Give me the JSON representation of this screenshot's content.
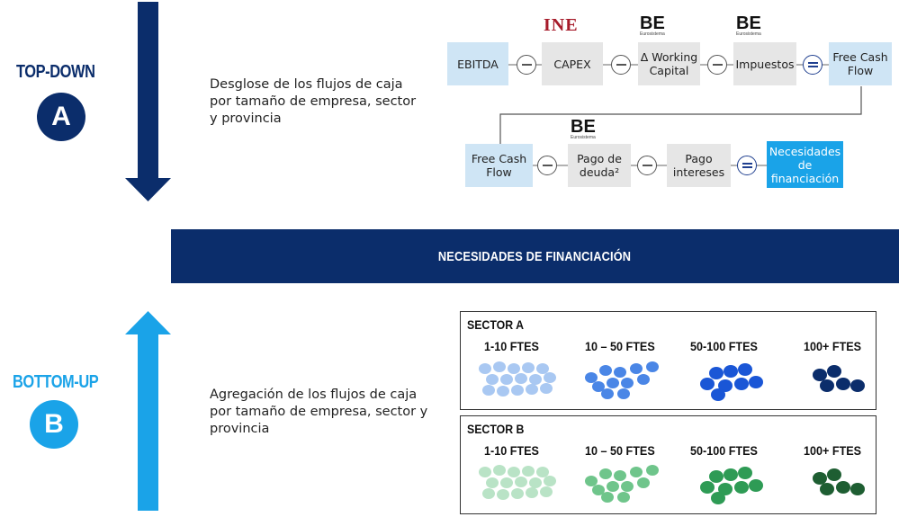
{
  "top_down": {
    "title": "TOP-DOWN",
    "letter": "A",
    "description": "Desglose de los flujos de caja por tamaño de empresa, sector y provincia"
  },
  "bottom_up": {
    "title": "BOTTOM-UP",
    "letter": "B",
    "description": "Agregación de los flujos de caja por tamaño de empresa, sector y provincia"
  },
  "band": {
    "label": "NECESIDADES DE FINANCIACIÓN"
  },
  "logos": {
    "ine": "INE",
    "be": "BE",
    "be_sub": "Eurosistema"
  },
  "flow_row1": [
    "EBITDA",
    "CAPEX",
    "Δ Working Capital",
    "Impuestos",
    "Free Cash Flow"
  ],
  "flow_row2": [
    "Free Cash Flow",
    "Pago de deuda²",
    "Pago intereses",
    "Necesidades de financiación"
  ],
  "sectors": [
    {
      "title": "SECTOR A",
      "sizes": [
        "1-10 FTES",
        "10 – 50 FTES",
        "50-100 FTES",
        "100+ FTES"
      ]
    },
    {
      "title": "SECTOR B",
      "sizes": [
        "1-10 FTES",
        "10 – 50 FTES",
        "50-100 FTES",
        "100+ FTES"
      ]
    }
  ],
  "colors": {
    "navy": "#0b2d6b",
    "light_blue": "#1aa3e8",
    "sectorA": [
      "#a9c8f2",
      "#4a86e6",
      "#1a56d6",
      "#0b2d6b"
    ],
    "sectorB": [
      "#b9e3c6",
      "#6fc58b",
      "#2e9b55",
      "#1e5e32"
    ]
  }
}
